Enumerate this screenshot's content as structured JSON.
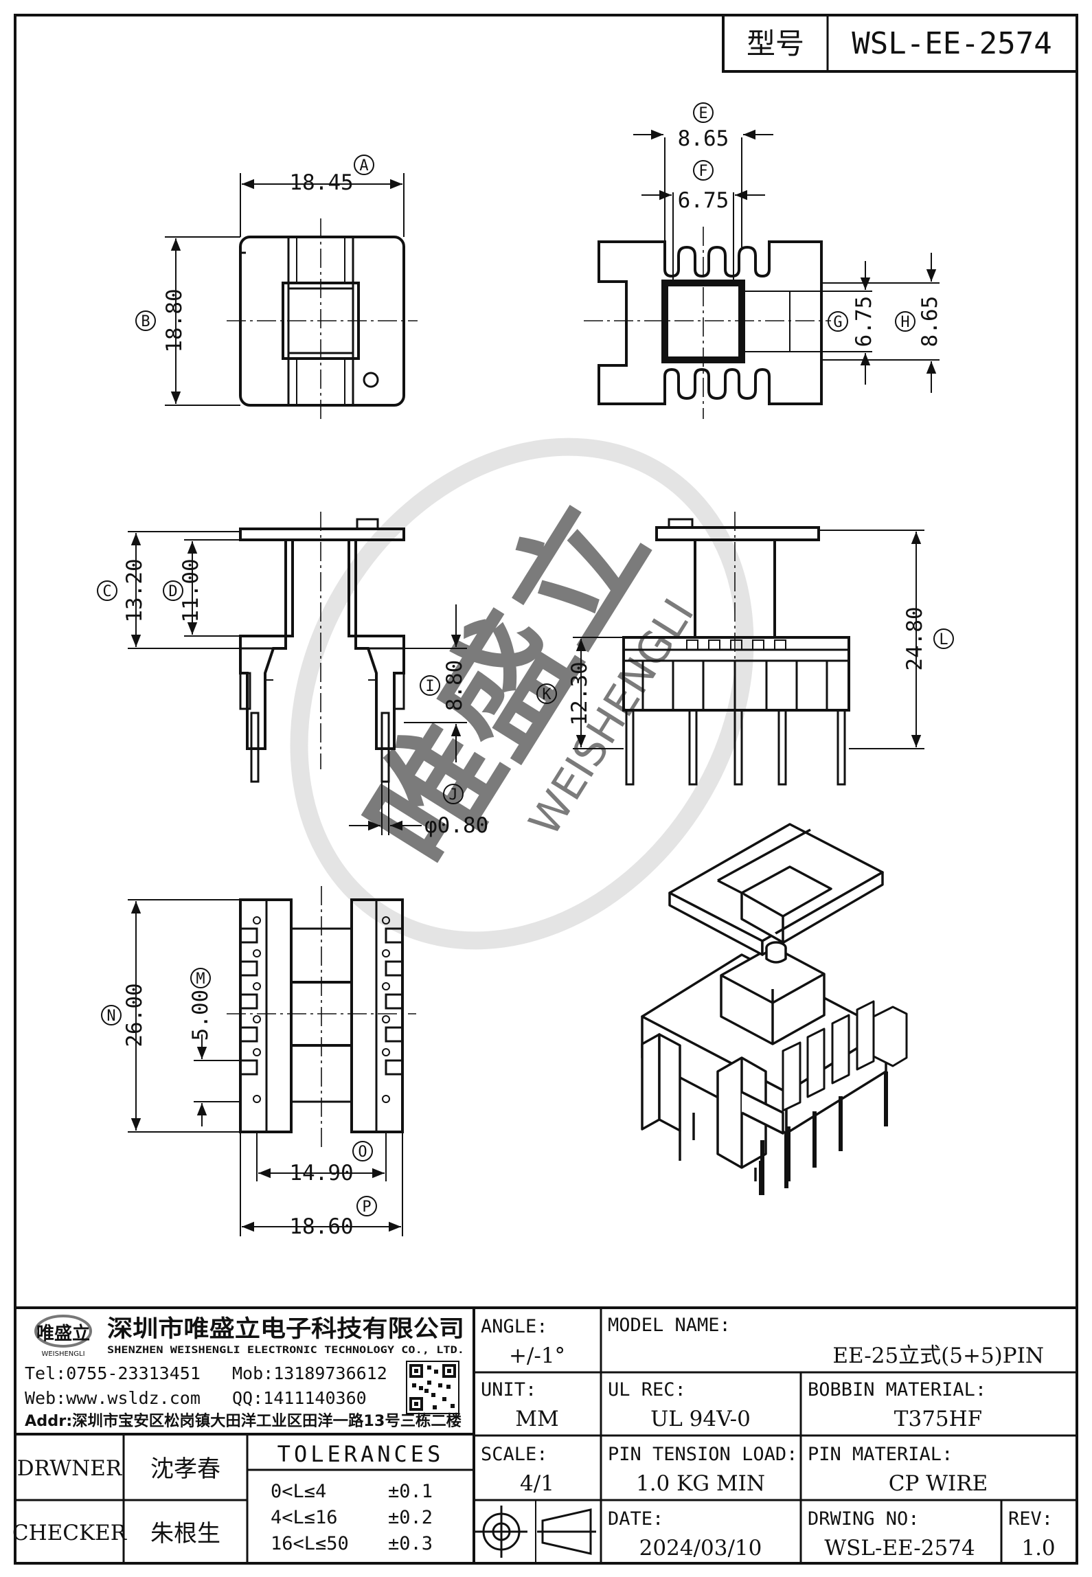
{
  "header": {
    "type_label": "型号",
    "type_value": "WSL-EE-2574"
  },
  "dimensions": {
    "A": {
      "label": "A",
      "value": "18.45"
    },
    "B": {
      "label": "B",
      "value": "18.80"
    },
    "C": {
      "label": "C",
      "value": "13.20"
    },
    "D": {
      "label": "D",
      "value": "11.00"
    },
    "E": {
      "label": "E",
      "value": "8.65"
    },
    "F": {
      "label": "F",
      "value": "6.75"
    },
    "G": {
      "label": "G",
      "value": "6.75"
    },
    "H": {
      "label": "H",
      "value": "8.65"
    },
    "I": {
      "label": "I",
      "value": "8.80"
    },
    "J": {
      "label": "J",
      "value": "φ0.80"
    },
    "K": {
      "label": "K",
      "value": "12.30"
    },
    "L": {
      "label": "L",
      "value": "24.80"
    },
    "M": {
      "label": "M",
      "value": "5.00"
    },
    "N": {
      "label": "N",
      "value": "26.00"
    },
    "O": {
      "label": "O",
      "value": "14.90"
    },
    "P": {
      "label": "P",
      "value": "18.60"
    }
  },
  "watermark": {
    "cn": "唯盛立",
    "en": "WEISHENGLI"
  },
  "company": {
    "logo_cn": "唯盛立",
    "logo_en": "WEISHENGLI",
    "name_cn": "深圳市唯盛立电子科技有限公司",
    "name_en": "SHENZHEN WEISHENGLI ELECTRONIC TECHNOLOGY CO., LTD.",
    "tel": "Tel:0755-23313451",
    "mob": "Mob:13189736612",
    "web": "Web:www.wsldz.com",
    "qq": "QQ:1411140360",
    "addr": "Addr:深圳市宝安区松岗镇大田洋工业区田洋一路13号三栋二楼"
  },
  "title_block": {
    "angle_label": "ANGLE:",
    "angle_value": "+/-1°",
    "model_label": "MODEL NAME:",
    "model_value": "EE-25立式(5+5)PIN",
    "unit_label": "UNIT:",
    "unit_value": "MM",
    "ul_label": "UL REC:",
    "ul_value": "UL 94V-0",
    "bobbin_label": "BOBBIN MATERIAL:",
    "bobbin_value": "T375HF",
    "scale_label": "SCALE:",
    "scale_value": "4/1",
    "pin_tension_label": "PIN TENSION LOAD:",
    "pin_tension_value": "1.0 KG MIN",
    "pin_material_label": "PIN MATERIAL:",
    "pin_material_value": "CP WIRE",
    "date_label": "DATE:",
    "date_value": "2024/03/10",
    "drawing_no_label": "DRWING NO:",
    "drawing_no_value": "WSL-EE-2574",
    "rev_label": "REV:",
    "rev_value": "1.0",
    "drawer_label": "DRWNER",
    "drawer_value": "沈孝春",
    "checker_label": "CHECKER",
    "checker_value": "朱根生",
    "tolerances_label": "TOLERANCES",
    "tolerances": [
      {
        "range": "0<L≤4",
        "value": "±0.1"
      },
      {
        "range": "4<L≤16",
        "value": "±0.2"
      },
      {
        "range": "16<L≤50",
        "value": "±0.3"
      }
    ]
  }
}
